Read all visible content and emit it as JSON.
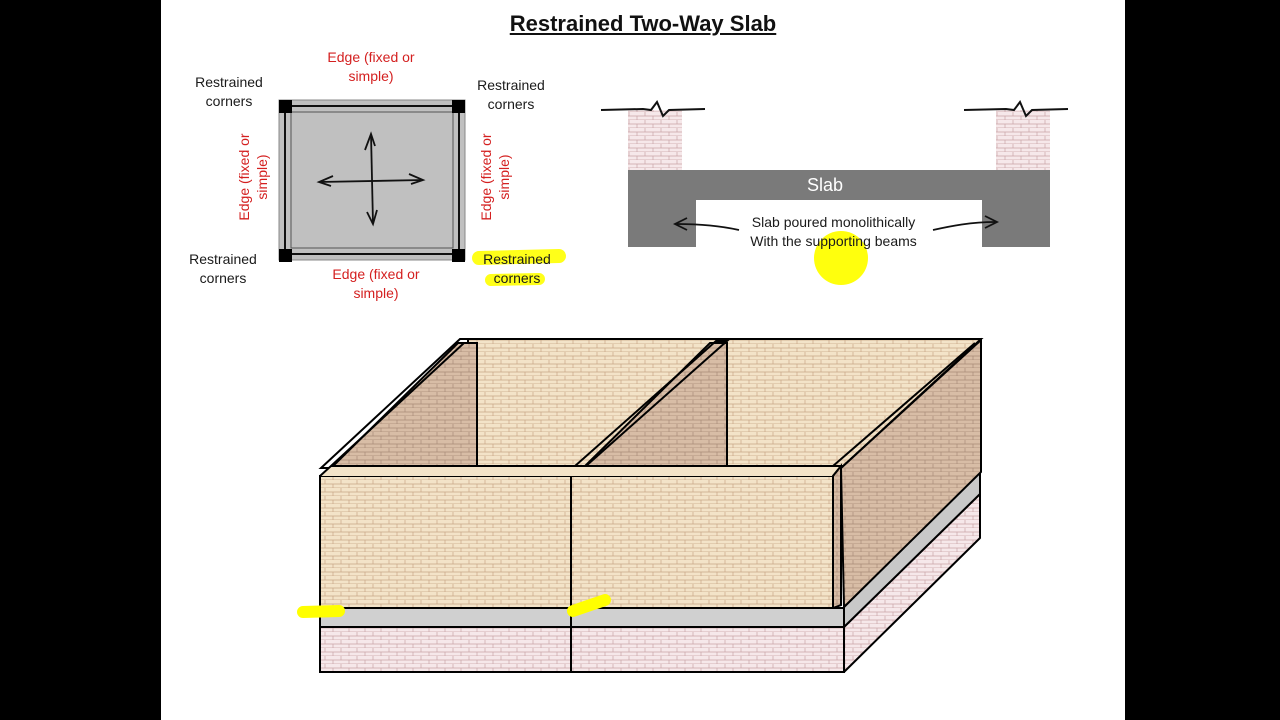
{
  "title": "Restrained Two-Way Slab",
  "plan": {
    "edge_top": [
      "Edge (fixed or",
      "simple)"
    ],
    "edge_bottom": [
      "Edge (fixed or",
      "simple)"
    ],
    "edge_left": [
      "Edge (fixed or",
      "simple)"
    ],
    "edge_right": [
      "Edge (fixed or",
      "simple)"
    ],
    "corner_top_left": [
      "Restrained",
      "corners"
    ],
    "corner_top_right": [
      "Restrained",
      "corners"
    ],
    "corner_bottom_left": [
      "Restrained",
      "corners"
    ],
    "corner_bottom_right": [
      "Restrained",
      "corners"
    ]
  },
  "section": {
    "slab_label": "Slab",
    "note": [
      "Slab poured monolithically",
      "With the supporting beams"
    ]
  },
  "colors": {
    "edge_text": "#d42020",
    "highlight": "#ffff00",
    "slab_section": "#7a7a7a",
    "plan_panel": "#c0c0c0",
    "brick_wall": "#f3e3c8",
    "brick_inner": "#d9bfa8",
    "brick_base": "#f6e8ea",
    "brick_line": "#c8a6a6"
  }
}
